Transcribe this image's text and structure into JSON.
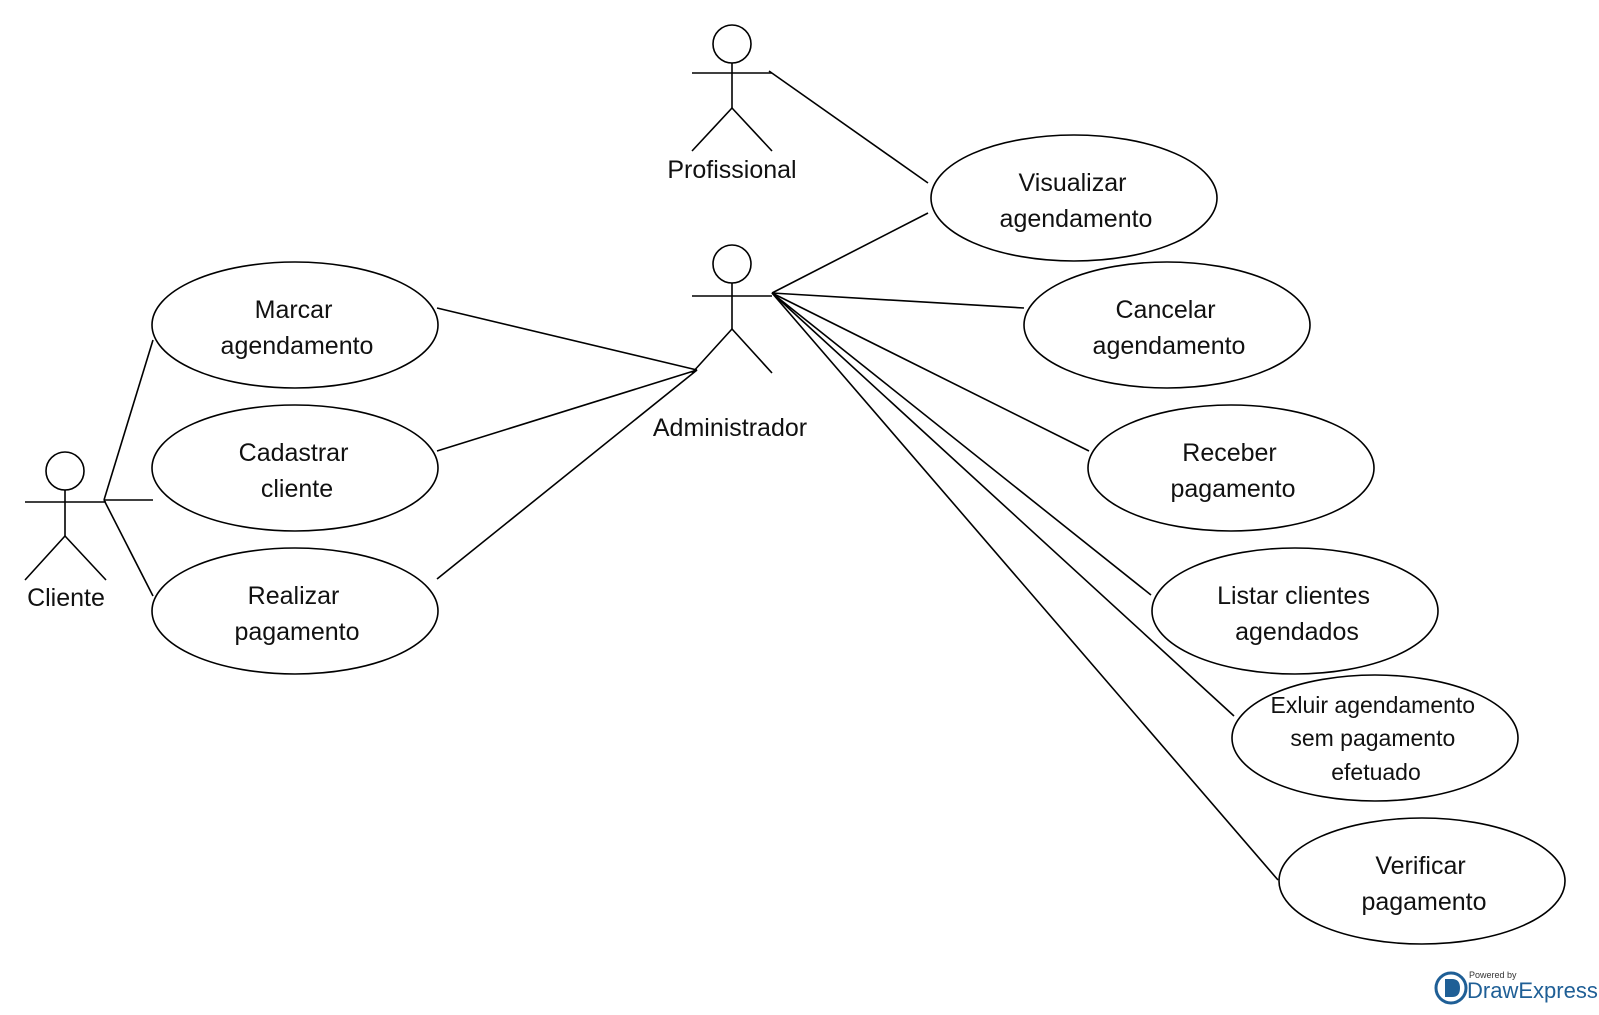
{
  "actors": {
    "profissional": "Profissional",
    "administrador": "Administrador",
    "cliente": "Cliente"
  },
  "use_cases": {
    "visualizar": [
      "Visualizar",
      "agendamento"
    ],
    "cancelar": [
      "Cancelar",
      "agendamento"
    ],
    "receber": [
      "Receber",
      "pagamento"
    ],
    "listar": [
      "Listar clientes",
      "agendados"
    ],
    "excluir": [
      "Exluir agendamento",
      "sem pagamento",
      "efetuado"
    ],
    "verificar": [
      "Verificar",
      "pagamento"
    ],
    "marcar": [
      "Marcar",
      "agendamento"
    ],
    "cadastrar": [
      "Cadastrar",
      "cliente"
    ],
    "realizar": [
      "Realizar",
      "pagamento"
    ]
  },
  "watermark": {
    "powered": "Powered by",
    "brand_draw": "Draw",
    "brand_express": "Express"
  },
  "colors": {
    "brand": "#1f5f96",
    "line": "#000000"
  }
}
